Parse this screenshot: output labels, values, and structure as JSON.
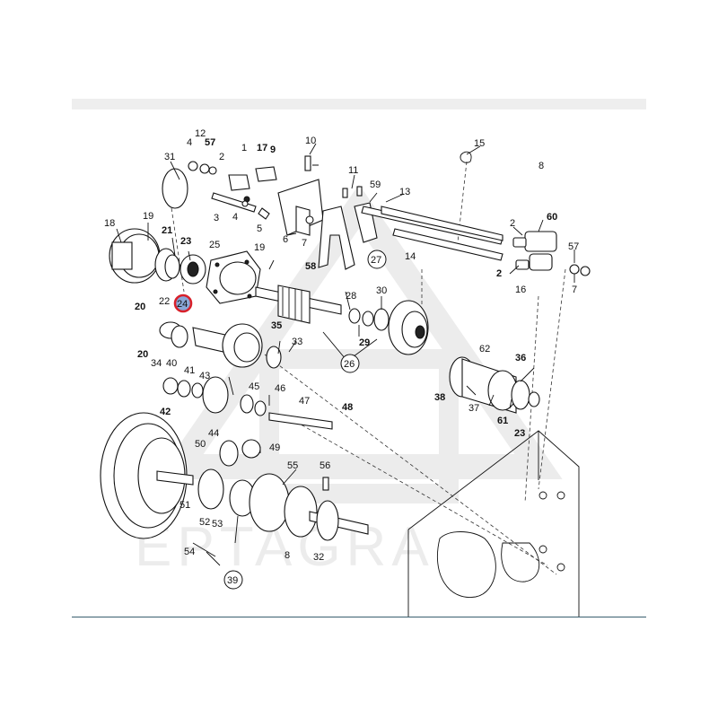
{
  "watermark": {
    "text": "EPTAGRA",
    "color": "#dddddd"
  },
  "highlight": {
    "label": "24",
    "fill": "#8aa8d8",
    "ring": "#d8202a"
  },
  "labels": [
    "4",
    "12",
    "57",
    "2",
    "1",
    "17",
    "9",
    "10",
    "31",
    "15",
    "11",
    "59",
    "13",
    "3",
    "4",
    "5",
    "6",
    "7",
    "18",
    "19",
    "21",
    "23",
    "25",
    "19",
    "58",
    "2",
    "60",
    "14",
    "57",
    "8",
    "2",
    "16",
    "7",
    "20",
    "22",
    "24",
    "27",
    "28",
    "30",
    "35",
    "29",
    "33",
    "20",
    "34",
    "40",
    "41",
    "43",
    "26",
    "62",
    "36",
    "42",
    "45",
    "46",
    "47",
    "48",
    "38",
    "37",
    "61",
    "23",
    "44",
    "50",
    "49",
    "55",
    "56",
    "51",
    "52",
    "53",
    "54",
    "8",
    "32",
    "39"
  ],
  "circled": [
    "27",
    "26",
    "39"
  ]
}
